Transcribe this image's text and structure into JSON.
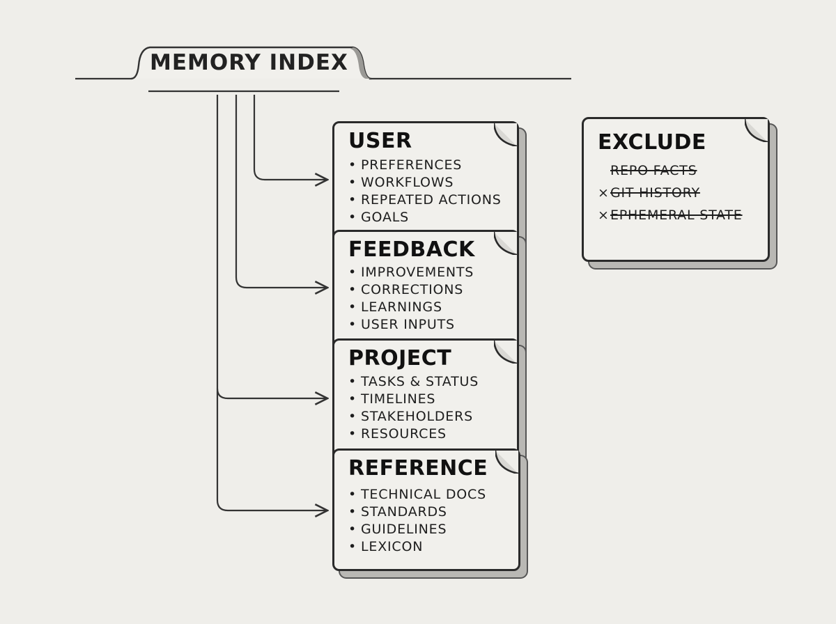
{
  "title": "MEMORY INDEX",
  "categories": [
    {
      "name": "USER",
      "items": [
        "PREFERENCES",
        "WORKFLOWS",
        "REPEATED ACTIONS",
        "GOALS"
      ]
    },
    {
      "name": "FEEDBACK",
      "items": [
        "IMPROVEMENTS",
        "CORRECTIONS",
        "LEARNINGS",
        "USER INPUTS"
      ]
    },
    {
      "name": "PROJECT",
      "items": [
        "TASKS & STATUS",
        "TIMELINES",
        "STAKEHOLDERS",
        "RESOURCES"
      ]
    },
    {
      "name": "REFERENCE",
      "items": [
        "TECHNICAL DOCS",
        "STANDARDS",
        "GUIDELINES",
        "LEXICON"
      ]
    }
  ],
  "exclude": {
    "name": "EXCLUDE",
    "items": [
      {
        "marker": "",
        "label": "REPO FACTS"
      },
      {
        "marker": "×",
        "label": "GIT HISTORY"
      },
      {
        "marker": "×",
        "label": "EPHEMERAL STATE"
      }
    ]
  },
  "bullet": "•"
}
